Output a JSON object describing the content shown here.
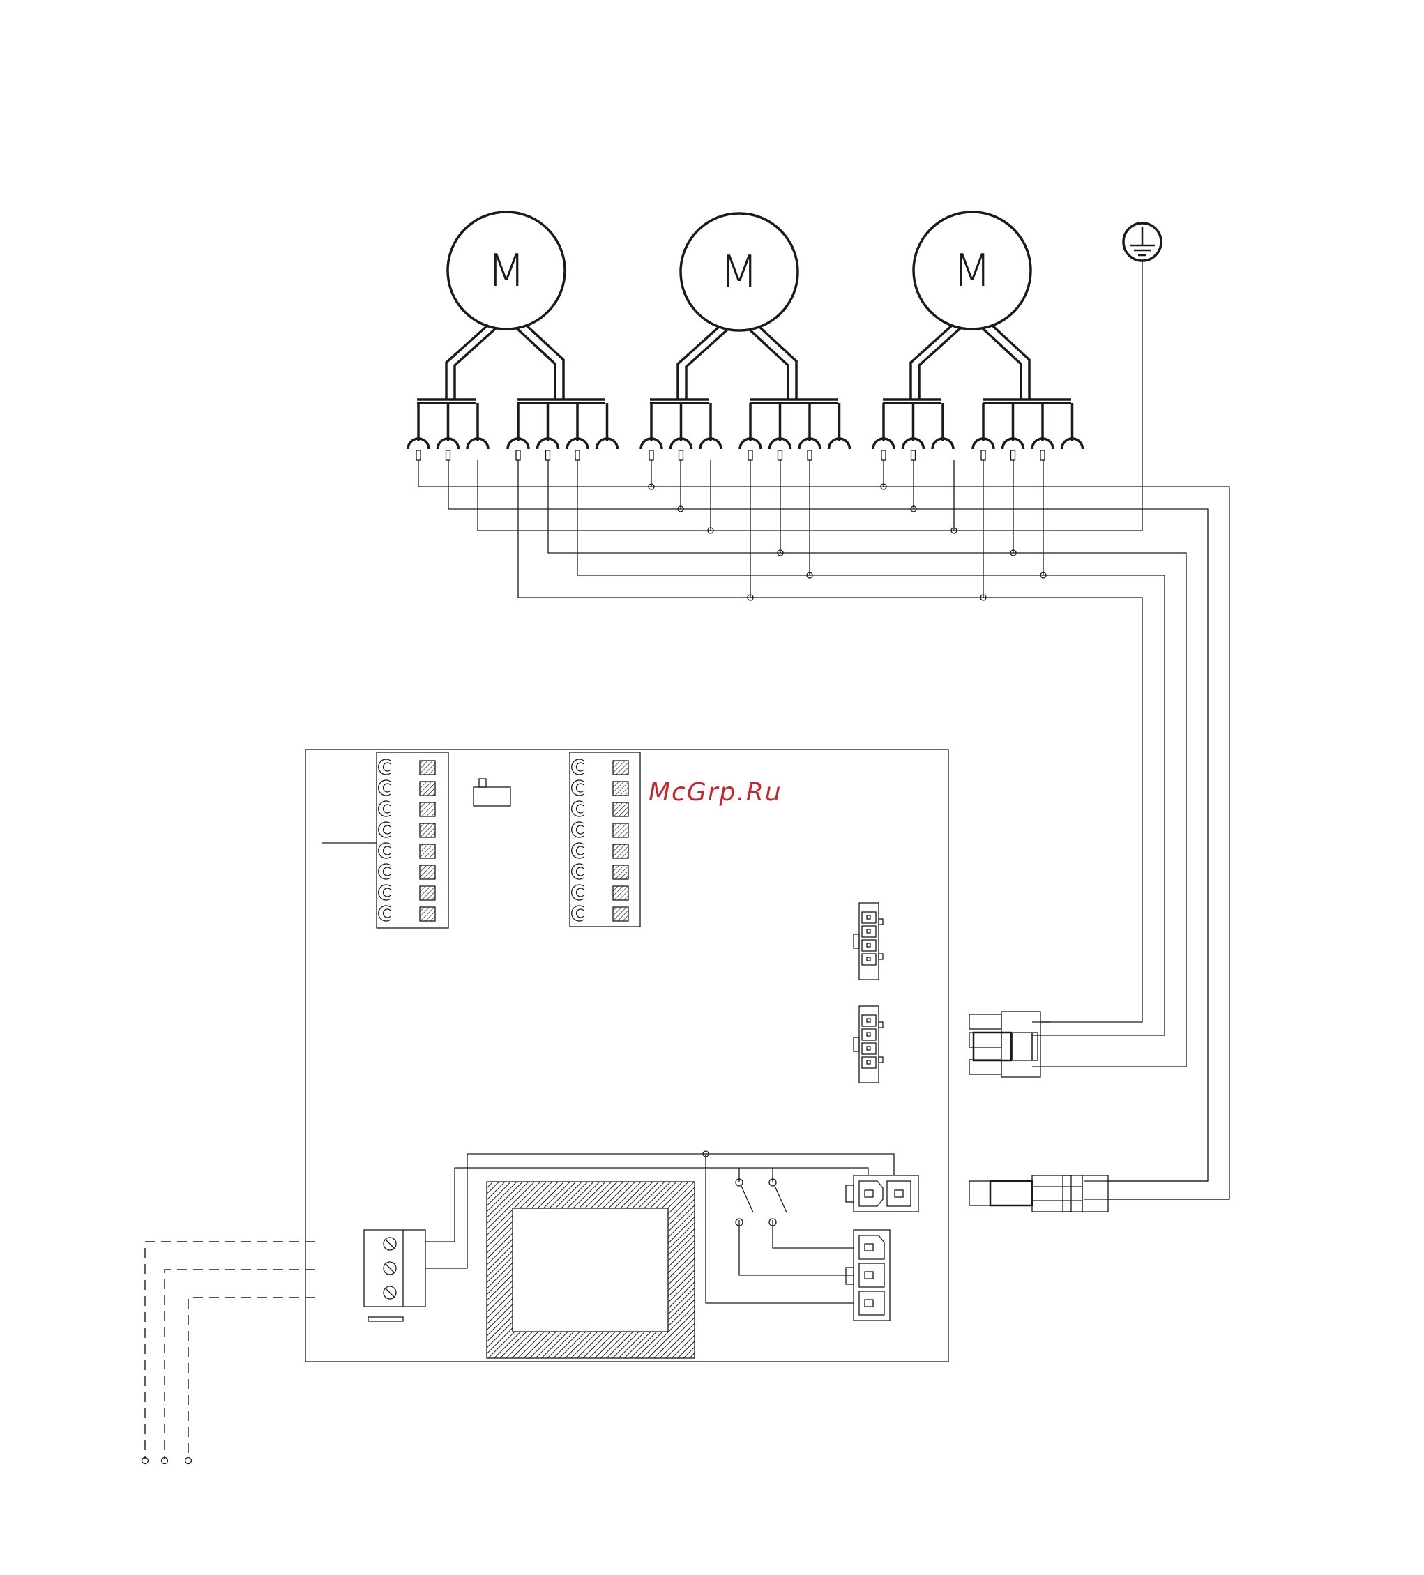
{
  "diagram": {
    "motors": [
      {
        "id": "m1",
        "label": "M"
      },
      {
        "id": "m2",
        "label": "M"
      },
      {
        "id": "m3",
        "label": "M"
      }
    ],
    "ground_symbol": "ground-icon",
    "watermark": "McGrp.Ru",
    "mains_leads": 3,
    "control_board": {
      "terminal_strips": 2,
      "terminals_per_strip": 8,
      "side_connectors": 2,
      "transformer": true,
      "switches": 2
    },
    "colors": {
      "line": "#1a1a1a",
      "watermark": "#c1272d"
    }
  }
}
